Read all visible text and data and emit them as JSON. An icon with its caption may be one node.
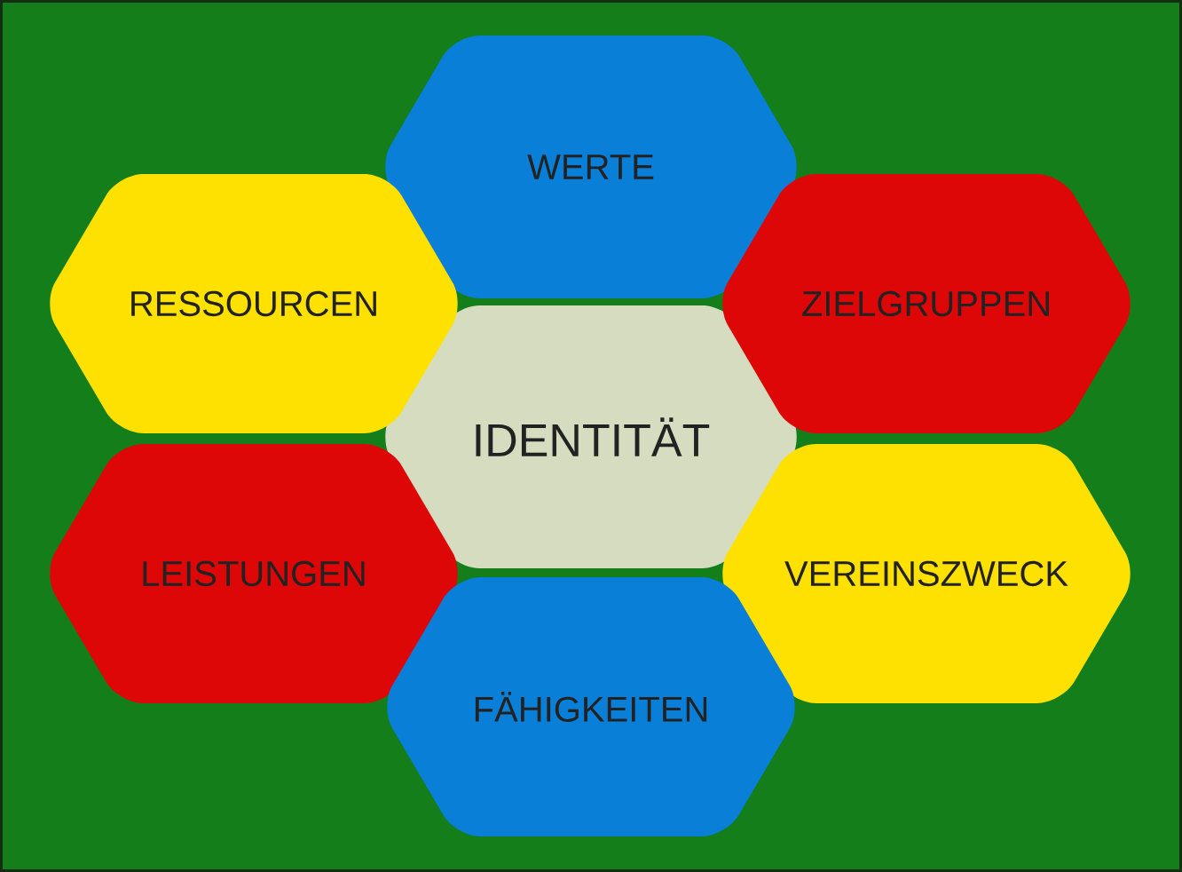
{
  "diagram": {
    "nodes": [
      {
        "text": [
          "IDENTITÄT"
        ]
      },
      {
        "text": [
          "WERTE"
        ]
      },
      {
        "text": [
          "RESSOURCEN"
        ]
      },
      {
        "text": [
          "ZIELGRUPPEN"
        ]
      },
      {
        "text": [
          "LEISTUNGEN"
        ]
      },
      {
        "text": [
          "VEREINSZWECK"
        ]
      },
      {
        "text": [
          "FÄHIGKEITEN"
        ]
      }
    ]
  }
}
